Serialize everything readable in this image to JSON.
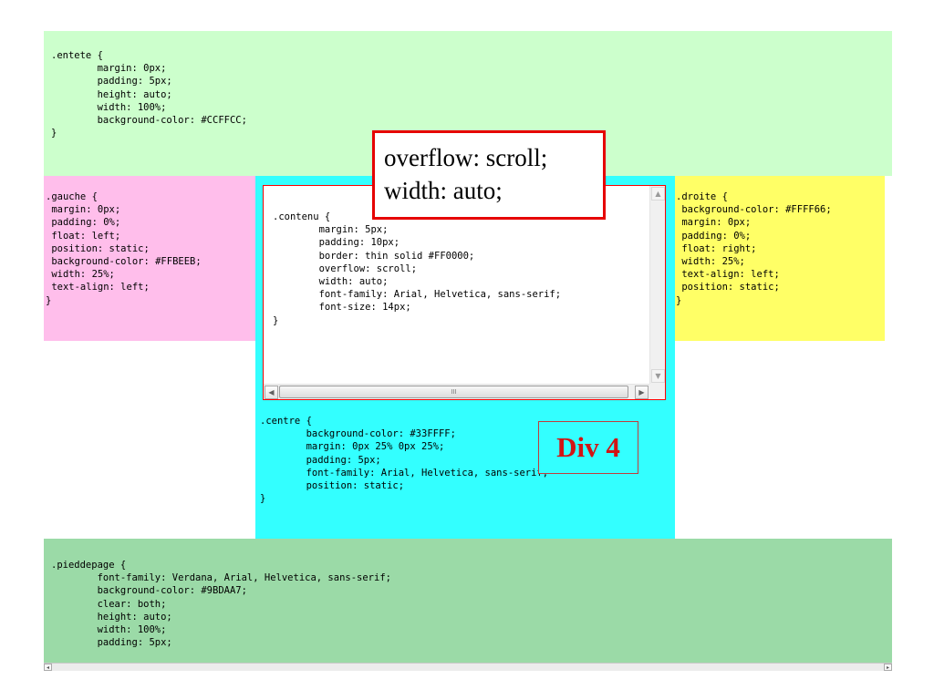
{
  "colors": {
    "entete_bg": "#CCFFCC",
    "gauche_bg": "#FFBEEB",
    "droite_bg": "#FFFF66",
    "centre_bg": "#33FFFF",
    "pieddepage_bg": "#9BDAA7",
    "contenu_border": "#FF0000",
    "callout_border": "#E60000",
    "div4_text": "#D21414"
  },
  "entete": {
    "code": ".entete {\n        margin: 0px;\n        padding: 5px;\n        height: auto;\n        width: 100%;\n        background-color: #CCFFCC;\n}"
  },
  "gauche": {
    "code": ".gauche {\n margin: 0px;\n padding: 0%;\n float: left;\n position: static;\n background-color: #FFBEEB;\n width: 25%;\n text-align: left;\n}"
  },
  "droite": {
    "code": ".droite {\n background-color: #FFFF66;\n margin: 0px;\n padding: 0%;\n float: right;\n width: 25%;\n text-align: left;\n position: static;\n}"
  },
  "contenu": {
    "code": ".contenu {\n        margin: 5px;\n        padding: 10px;\n        border: thin solid #FF0000;\n        overflow: scroll;\n        width: auto;\n        font-family: Arial, Helvetica, sans-serif;\n        font-size: 14px;\n}",
    "scroll_up": "▲",
    "scroll_down": "▼",
    "scroll_left": "◀",
    "scroll_right": "▶",
    "thumb_grip": "III"
  },
  "centre": {
    "code": ".centre {\n        background-color: #33FFFF;\n        margin: 0px 25% 0px 25%;\n        padding: 5px;\n        font-family: Arial, Helvetica, sans-serif;\n        position: static;\n}"
  },
  "pieddepage": {
    "code": ".pieddepage {\n        font-family: Verdana, Arial, Helvetica, sans-serif;\n        background-color: #9BDAA7;\n        clear: both;\n        height: auto;\n        width: 100%;\n        padding: 5px;"
  },
  "page_scrollbar": {
    "left": "◂",
    "right": "▸"
  },
  "callouts": {
    "overflow_line1": "overflow: scroll;",
    "overflow_line2": "width: auto;",
    "div4": "Div 4"
  },
  "icons": [
    "scroll-up-arrow-icon",
    "scroll-down-arrow-icon",
    "scroll-left-arrow-icon",
    "scroll-right-arrow-icon",
    "scrollbar-grip-icon"
  ]
}
